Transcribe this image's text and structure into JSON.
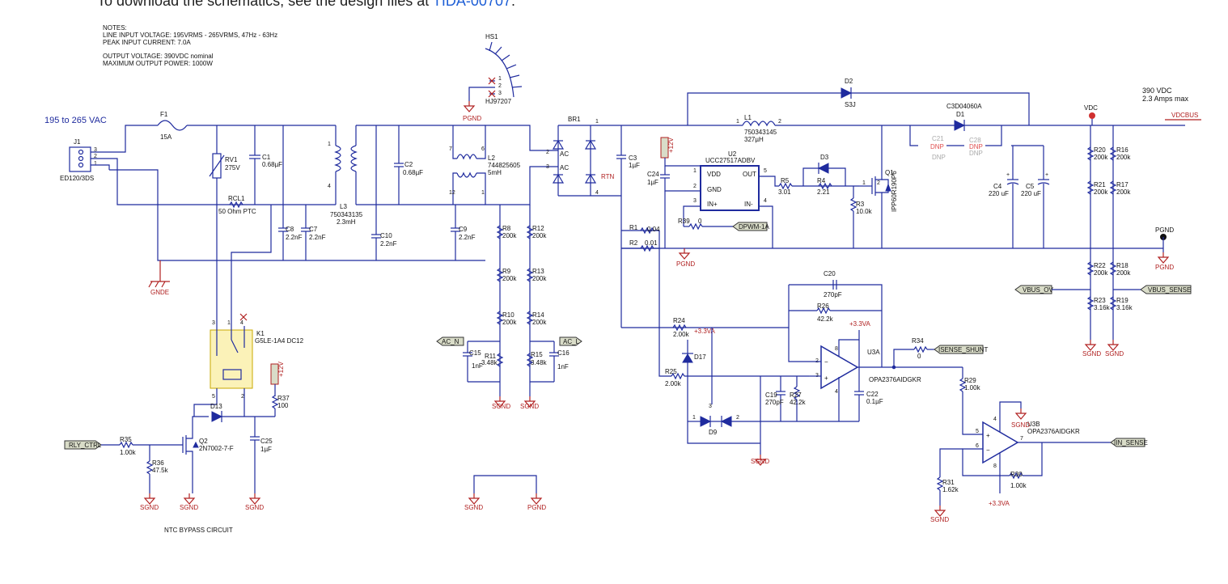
{
  "header": {
    "caption_prefix": "To download the schematics, see the design files at ",
    "caption_link": "TIDA-00707",
    "caption_suffix": "."
  },
  "notes": [
    "NOTES:",
    "LINE INPUT VOLTAGE: 195VRMS - 265VRMS, 47Hz - 63Hz",
    "PEAK INPUT CURRENT: 7.0A",
    "",
    "OUTPUT VOLTAGE: 390VDC nominal",
    "MAXIMUM OUTPUT POWER: 1000W"
  ],
  "labels": {
    "input": "195 to 265 VAC",
    "output_v": "390 VDC",
    "output_i": "2.3 Amps max",
    "vdc": "VDC",
    "vdcbus": "VDCBUS",
    "pgnd": "PGND",
    "sgnd": "SGND",
    "gnde": "GNDE",
    "rtn": "RTN",
    "p12v": "+12V",
    "p33va": "+3.3VA",
    "ntc": "NTC BYPASS CIRCUIT",
    "ac": "AC",
    "dnp": "DNP"
  },
  "parts": {
    "J1": "J1",
    "J1v": "ED120/3DS",
    "F1": "F1",
    "F1v": "15A",
    "RV1": "RV1",
    "RV1v": "275V",
    "C1": "C1",
    "C1v": "0.68µF",
    "RCL1": "RCL1",
    "RCL1v": "50 Ohm PTC",
    "C8": "C8",
    "C8v": "2.2nF",
    "C7": "C7",
    "C7v": "2.2nF",
    "L3": "L3",
    "L3v": "750343135",
    "L3v2": "2.3mH",
    "C2": "C2",
    "C2v": "0.68µF",
    "C10": "C10",
    "C10v": "2.2nF",
    "C9": "C9",
    "C9v": "2.2nF",
    "L2": "L2",
    "L2v": "744825605",
    "L2v2": "5mH",
    "HS1": "HS1",
    "HS1v": "HJ97207",
    "BR1": "BR1",
    "C3": "C3",
    "C3v": "1µF",
    "L1": "L1",
    "L1v": "750343145",
    "L1v2": "327µH",
    "D2": "D2",
    "D2v": "S3J",
    "D1": "D1",
    "D1v": "C3D04060A",
    "C21": "C21",
    "C28": "C28",
    "U2": "U2",
    "U2v": "UCC27517ADBV",
    "C24": "C24",
    "C24v": "1µF",
    "R5": "R5",
    "R5v": "3.01",
    "D3": "D3",
    "R4": "R4",
    "R4v": "2.21",
    "Q1": "Q1",
    "Q1v": "IPP60R190P6",
    "R3": "R3",
    "R3v": "10.0k",
    "C4": "C4",
    "C4v": "220 uF",
    "C5": "C5",
    "C5v": "220 uF",
    "R20": "R20",
    "R20v": "200k",
    "R16": "R16",
    "R16v": "200k",
    "R21": "R21",
    "R21v": "200k",
    "R17": "R17",
    "R17v": "200k",
    "R22": "R22",
    "R22v": "200k",
    "R18": "R18",
    "R18v": "200k",
    "R23": "R23",
    "R23v": "3.16k",
    "R19": "R19",
    "R19v": "3.16k",
    "R39": "R39",
    "R39v": "0",
    "R1": "R1",
    "R1v": "0.04",
    "R2": "R2",
    "R2v": "0.01",
    "R8": "R8",
    "R8v": "200k",
    "R9": "R9",
    "R9v": "200k",
    "R10": "R10",
    "R10v": "200k",
    "R11": "R11",
    "R11v": "3.48k",
    "C15": "C15",
    "C15v": "1nF",
    "R12": "R12",
    "R12v": "200k",
    "R13": "R13",
    "R13v": "200k",
    "R14": "R14",
    "R14v": "200k",
    "R15": "R15",
    "R15v": "3.48k",
    "C16": "C16",
    "C16v": "1nF",
    "C20": "C20",
    "C20v": "270pF",
    "R26": "R26",
    "R26v": "42.2k",
    "R24": "R24",
    "R24v": "2.00k",
    "D17": "D17",
    "R25": "R25",
    "R25v": "2.00k",
    "C19": "C19",
    "C19v": "270pF",
    "R27": "R27",
    "R27v": "42.2k",
    "D9": "D9",
    "U3A": "U3A",
    "U3v": "OPA2376AIDGKR",
    "C22": "C22",
    "C22v": "0.1µF",
    "R34": "R34",
    "R34v": "0",
    "R29": "R29",
    "R29v": "1.00k",
    "U3B": "U3B",
    "R30": "R30",
    "R30v": "1.00k",
    "R31": "R31",
    "R31v": "1.62k",
    "K1": "K1",
    "K1v": "G5LE-1A4 DC12",
    "D13": "D13",
    "R37": "R37",
    "R37v": "100",
    "C25": "C25",
    "C25v": "1µF",
    "Q2": "Q2",
    "Q2v": "2N7002-7-F",
    "R35": "R35",
    "R35v": "1.00k",
    "R36": "R36",
    "R36v": "47.5k"
  },
  "flags": {
    "dpwm": "DPWM-1A",
    "ac_n": "AC_N",
    "ac_l": "AC_L",
    "vbus_ov": "VBUS_OV",
    "vbus_sense": "VBUS_SENSE",
    "isense_shunt": "ISENSE_SHUNT",
    "iin_sense": "IIN_SENSE",
    "rly_ctrl": "RLY_CTRL"
  }
}
